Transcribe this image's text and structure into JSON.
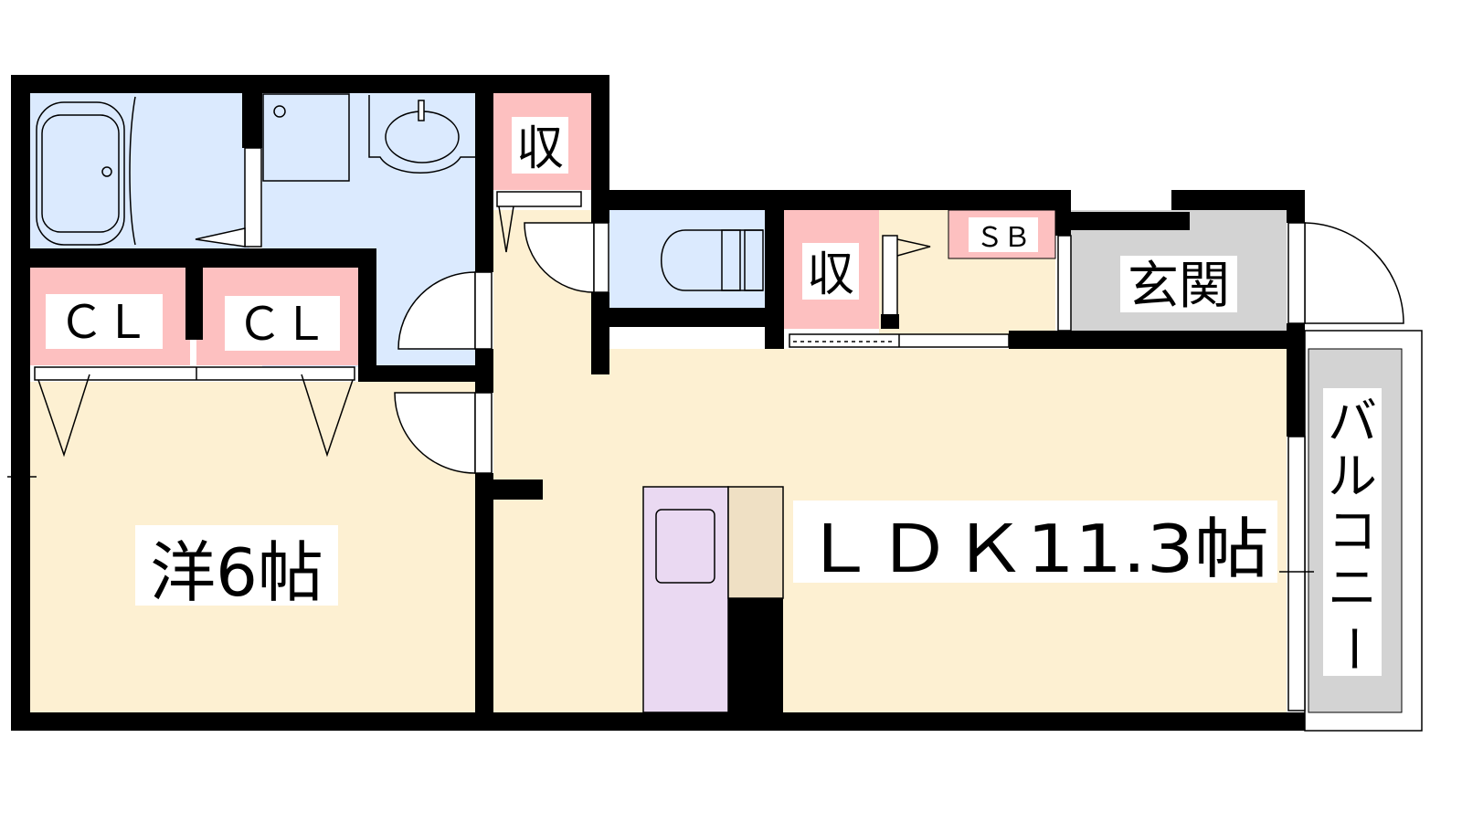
{
  "rooms": {
    "storage_upper": "収",
    "storage_middle": "収",
    "closet_left": "ＣＬ",
    "closet_right": "ＣＬ",
    "shoe_box": "ＳＢ",
    "entrance": "玄関",
    "western_room": "洋6帖",
    "ldk": "ＬＤＫ11.3帖",
    "balcony": [
      "バ",
      "ル",
      "コ",
      "ニ",
      "ー"
    ]
  },
  "colors": {
    "wall": "#000000",
    "wet_area": "#dbeafe",
    "storage": "#fdc0c0",
    "living": "#fdf0d2",
    "entrance": "#d3d3d3",
    "kitchen": "#ead9f2",
    "counter": "#efe0c4"
  }
}
